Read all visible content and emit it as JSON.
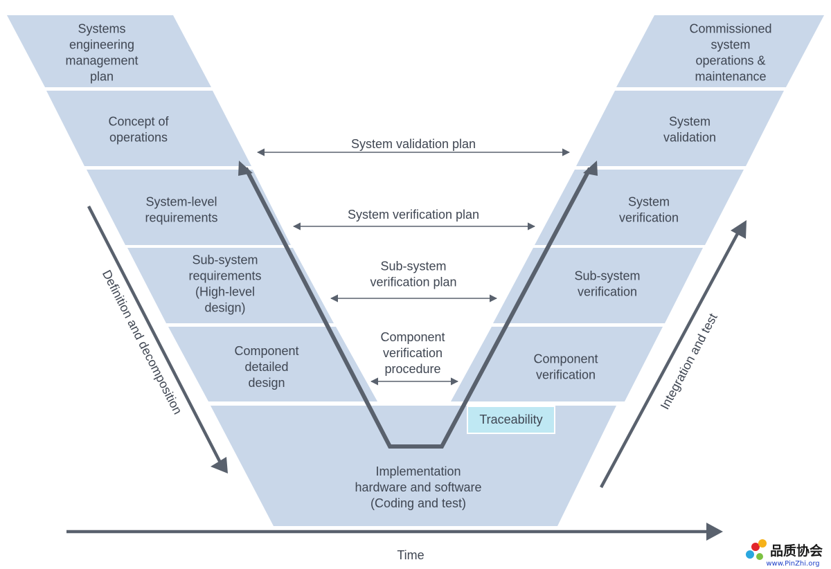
{
  "colors": {
    "band": "#c9d7e9",
    "arrow": "#59616d",
    "text": "#3f4652",
    "traceability_fill": "#bfe8f3",
    "watermark_text": "#1a1a1a",
    "watermark_url": "#1e40c8"
  },
  "left_bands": [
    {
      "lines": [
        "Systems",
        "engineering",
        "management",
        "plan"
      ]
    },
    {
      "lines": [
        "Concept of",
        "operations"
      ]
    },
    {
      "lines": [
        "System-level",
        "requirements"
      ]
    },
    {
      "lines": [
        "Sub-system",
        "requirements",
        "(High-level",
        "design)"
      ]
    },
    {
      "lines": [
        "Component",
        "detailed",
        "design"
      ]
    }
  ],
  "right_bands": [
    {
      "lines": [
        "Commissioned",
        "system",
        "operations &",
        "maintenance"
      ]
    },
    {
      "lines": [
        "System",
        "validation"
      ]
    },
    {
      "lines": [
        "System",
        "verification"
      ]
    },
    {
      "lines": [
        "Sub-system",
        "verification"
      ]
    },
    {
      "lines": [
        "Component",
        "verification"
      ]
    }
  ],
  "bottom_band": {
    "lines": [
      "Implementation",
      "hardware and software",
      "(Coding and test)"
    ]
  },
  "plans": [
    {
      "lines": [
        "System validation plan"
      ]
    },
    {
      "lines": [
        "System verification plan"
      ]
    },
    {
      "lines": [
        "Sub-system",
        "verification plan"
      ]
    },
    {
      "lines": [
        "Component",
        "verification",
        "procedure"
      ]
    }
  ],
  "traceability": "Traceability",
  "left_axis_label": "Definition and decomposition",
  "right_axis_label": "Integration and test",
  "time_label": "Time",
  "watermark": {
    "cn": "品质协会",
    "url": "www.PinZhi.org"
  }
}
